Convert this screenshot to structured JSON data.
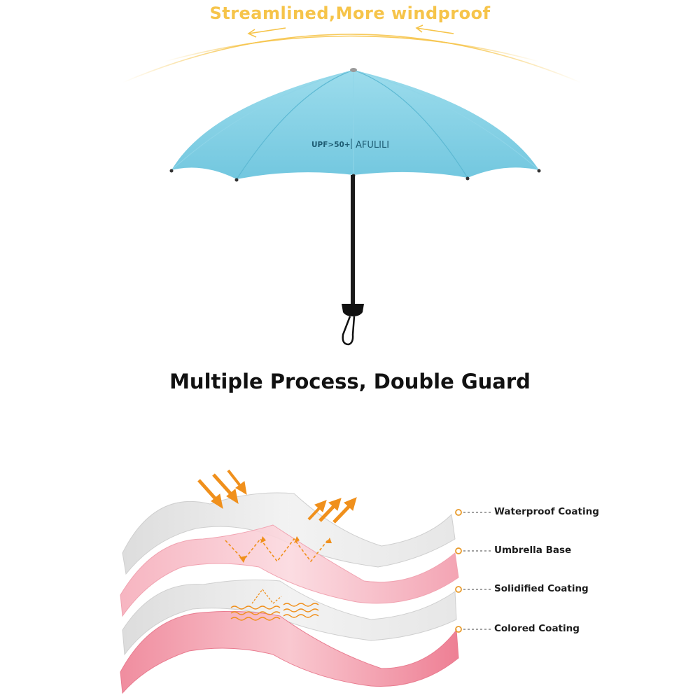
{
  "headline": "Streamlined,More windproof",
  "umbrella": {
    "canopy_text_left": "UPF>50+",
    "canopy_text_right": "AFULILI",
    "canopy_color": "#7fd0e6",
    "canopy_shadow_color": "#5db9d3",
    "accent_color": "#f6c44a"
  },
  "section_title": "Multiple Process, Double Guard",
  "layers": [
    {
      "label": "Waterproof Coating"
    },
    {
      "label": "Umbrella Base"
    },
    {
      "label": "Solidified Coating"
    },
    {
      "label": "Colored Coating"
    }
  ],
  "colors": {
    "arrow_orange": "#f0901c",
    "layer_grey": "#e8e8e8",
    "layer_pink": "#f7a9b6",
    "dot_orange": "#e89a2a"
  }
}
